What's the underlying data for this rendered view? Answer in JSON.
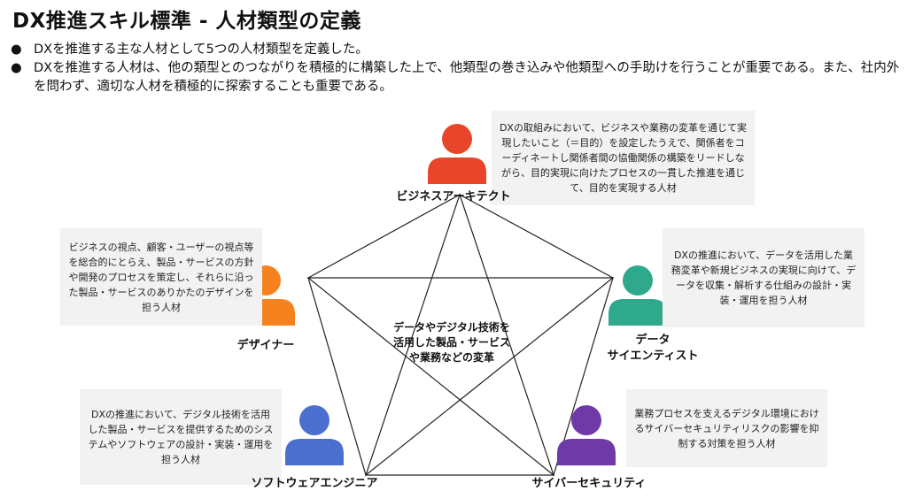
{
  "title": "DX推進スキル標準 - 人材類型の定義",
  "bullets": [
    "DXを推進する主な人材として5つの人材類型を定義した。",
    "DXを推進する人材は、他の類型とのつながりを積極的に構築した上で、他類型の巻き込みや他類型への手助けを行うことが重要である。また、社内外を問わず、適切な人材を積極的に探索することも重要である。"
  ],
  "center": "データやデジタル技術を活用した製品・サービスや業務などの変革",
  "roles": [
    {
      "name": "ビジネスアーキテクト",
      "color": "#e8452a",
      "desc": "DXの取組みにおいて、ビジネスや業務の変革を通じて実現したいこと（＝目的）を設定したうえで、関係者をコーディネートし関係者間の協働関係の構築をリードしながら、目的実現に向けたプロセスの一貫した推進を通じて、目的を実現する人材"
    },
    {
      "name": "デザイナー",
      "color": "#f5821f",
      "desc": "ビジネスの視点、顧客・ユーザーの視点等を総合的にとらえ、製品・サービスの方針や開発のプロセスを策定し、それらに沿った製品・サービスのありかたのデザインを担う人材"
    },
    {
      "name": "データ\nサイエンティスト",
      "color": "#2fa98c",
      "desc": "DXの推進において、データを活用した業務変革や新規ビジネスの実現に向けて、データを収集・解析する仕組みの設計・実装・運用を担う人材"
    },
    {
      "name": "ソフトウェアエンジニア",
      "color": "#4a6fcf",
      "desc": "DXの推進において、デジタル技術を活用した製品・サービスを提供するためのシステムやソフトウェアの設計・実装・運用を担う人材"
    },
    {
      "name": "サイバーセキュリティ",
      "color": "#6f3aa8",
      "desc": "業務プロセスを支えるデジタル環境におけるサイバーセキュリティリスクの影響を抑制する対策を担う人材"
    }
  ]
}
